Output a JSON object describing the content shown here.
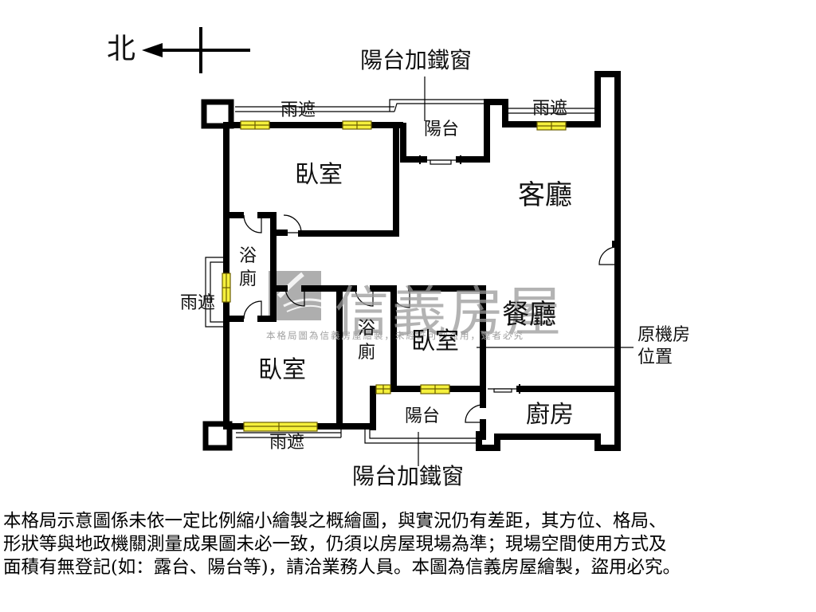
{
  "compass": {
    "label": "北",
    "direction": "arrow-left"
  },
  "colors": {
    "wall": "#000000",
    "window_fill": "#f5f03c",
    "window_stroke": "#7a6a00",
    "watermark": "#9a9a9a",
    "background": "#ffffff"
  },
  "rooms": {
    "bedroom_top": "臥室",
    "bedroom_bottom": "臥室",
    "bedroom_middle": "臥室",
    "living_room": "客廳",
    "dining_room": "餐廳",
    "kitchen": "廚房",
    "bath_left_1": "浴",
    "bath_left_2": "廁",
    "bath_mid_1": "浴",
    "bath_mid_2": "廁",
    "balcony_top": "陽台",
    "balcony_bottom": "陽台"
  },
  "annotations": {
    "canopy_top_left": "雨遮",
    "canopy_top_right": "雨遮",
    "canopy_left": "雨遮",
    "canopy_bottom": "雨遮",
    "balcony_iron_window_top": "陽台加鐵窗",
    "balcony_iron_window_bottom": "陽台加鐵窗",
    "original_machine_room_line1": "原機房",
    "original_machine_room_line2": "位置"
  },
  "watermark": {
    "brand": "信義房屋",
    "notice": "本格局圖為信義房屋繪製，未經許可勿盜用，違者必究"
  },
  "disclaimer": {
    "line1": "本格局示意圖係未依一定比例縮小繪製之概繪圖，與實況仍有差距，其方位、格局、",
    "line2": "形狀等與地政機關測量成果圖未必一致，仍須以房屋現場為準；現場空間使用方式及",
    "line3": "面積有無登記(如：露台、陽台等)，請洽業務人員。本圖為信義房屋繪製，盜用必究。"
  }
}
